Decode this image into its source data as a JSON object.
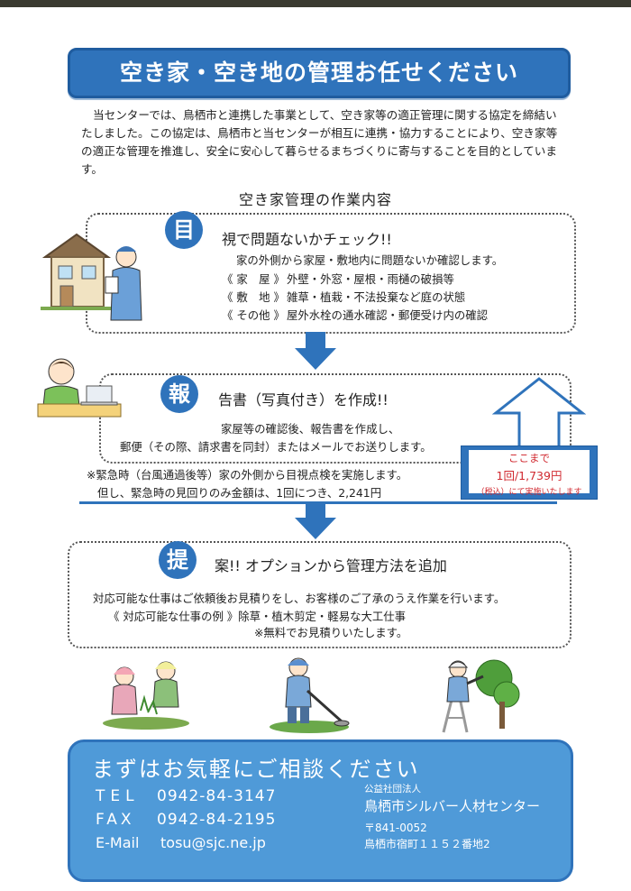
{
  "title": "空き家・空き地の管理お任せください",
  "intro": "当センターでは、鳥栖市と連携した事業として、空き家等の適正管理に関する協定を締結いたしました。この協定は、鳥栖市と当センターが相互に連携・協力することにより、空き家等の適正な管理を推進し、安全に安心して暮らせるまちづくりに寄与することを目的としています。",
  "section_heading": "空き家管理の作業内容",
  "step1": {
    "badge": "目",
    "heading": "視で問題ないかチェック!!",
    "desc": "家の外側から家屋・敷地内に問題ないか確認します。",
    "items": [
      {
        "label": "《 家　屋 》",
        "text": "外壁・外窓・屋根・雨樋の破損等"
      },
      {
        "label": "《 敷　地 》",
        "text": "雑草・植栽・不法投棄など庭の状態"
      },
      {
        "label": "《 その他 》",
        "text": "屋外水栓の通水確認・郵便受け内の確認"
      }
    ]
  },
  "step2": {
    "badge": "報",
    "heading": "告書（写真付き）を作成!!",
    "line1": "家屋等の確認後、報告書を作成し、",
    "line2": "郵便（その際、請求書を同封）またはメールでお送りします。"
  },
  "price": {
    "line1": "ここまで",
    "line2": "1回/1,739円",
    "line3": "（税込）にて実施いたします"
  },
  "emergency": {
    "line1": "※緊急時（台風通過後等）家の外側から目視点検を実施します。",
    "line2": "但し、緊急時の見回りのみ金額は、1回につき、2,241円"
  },
  "step3": {
    "badge": "提",
    "heading": "案!! オプションから管理方法を追加",
    "line1": "対応可能な仕事はご依頼後お見積りをし、お客様のご了承のうえ作業を行います。",
    "line2": "《 対応可能な仕事の例 》除草・植木剪定・軽易な大工仕事",
    "line3": "※無料でお見積りいたします。"
  },
  "contact": {
    "headline": "まずはお気軽にご相談ください",
    "tel_label": "TEL",
    "tel": "0942-84-3147",
    "fax_label": "FAX",
    "fax": "0942-84-2195",
    "email_label": "E-Mail",
    "email": "tosu@sjc.ne.jp",
    "org_type": "公益社団法人",
    "org_name": "鳥栖市シルバー人材センター",
    "postal": "〒841-0052",
    "address": "鳥栖市宿町１１５２番地2"
  },
  "colors": {
    "brand_blue": "#2f73bb",
    "contact_blue": "#4f9ad8",
    "price_red": "#d0282f"
  }
}
